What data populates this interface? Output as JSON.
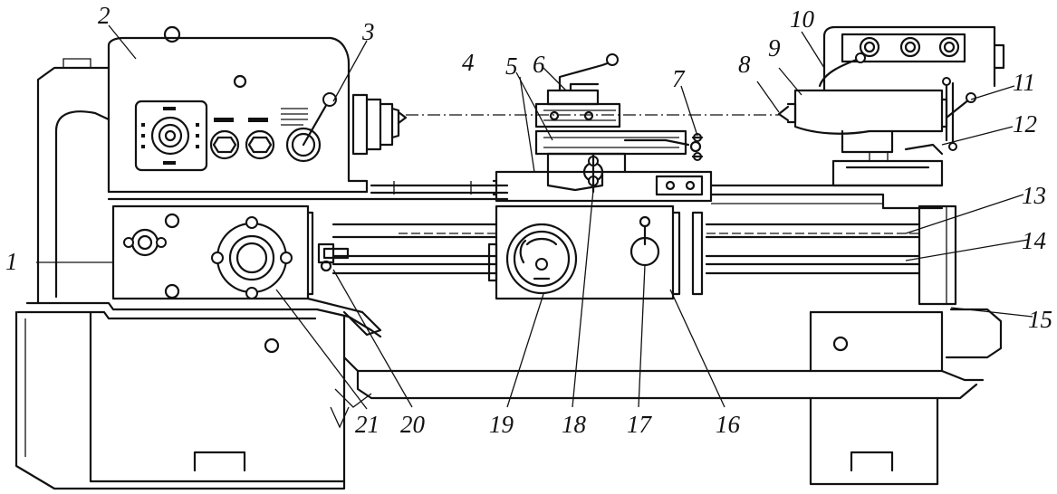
{
  "labels": [
    "1",
    "2",
    "3",
    "4",
    "5",
    "6",
    "7",
    "8",
    "9",
    "10",
    "11",
    "12",
    "13",
    "14",
    "15",
    "16",
    "17",
    "18",
    "19",
    "20",
    "21"
  ]
}
